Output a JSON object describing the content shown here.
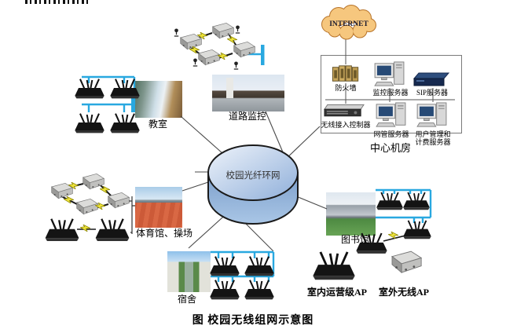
{
  "diagram": {
    "caption": "图 校园无线组网示意图",
    "core_network": "校园光纤环网",
    "internet": "INTERNET",
    "machine_room": {
      "title": "中心机房",
      "row1": [
        {
          "label": "防火墙"
        },
        {
          "label": "监控服务器"
        },
        {
          "label": "SIP服务器"
        }
      ],
      "row2": [
        {
          "label": "无线接入控制器"
        },
        {
          "label": "网管服务器"
        },
        {
          "label": "用户管理和计费服务器"
        }
      ]
    },
    "sites": {
      "classroom": "教室",
      "road_monitoring": "道路监控",
      "sports": "体育馆、操场",
      "dormitory": "宿舍",
      "library": "图书馆"
    },
    "legend": {
      "indoor_ap": "室内运营级AP",
      "outdoor_ap": "室外无线AP"
    },
    "colors": {
      "bus_line": "#29A8E0",
      "core_top": "#c9d9ee",
      "core_side": "#7d9fcb",
      "cloud_fill": "#F6C77E",
      "cloud_stroke": "#B8742A",
      "lightning_bolt": "#EDE23A"
    }
  }
}
